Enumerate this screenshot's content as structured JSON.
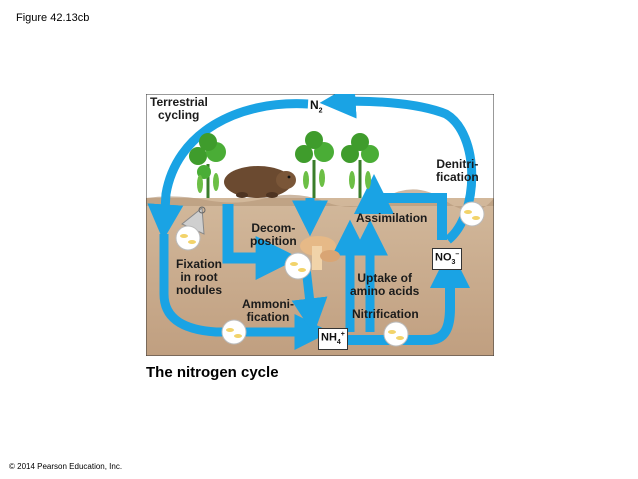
{
  "figure_label": "Figure 42.13cb",
  "caption": "The nitrogen cycle",
  "copyright": "© 2014 Pearson Education, Inc.",
  "colors": {
    "sky": "#ffffff",
    "soil": "#c9aa8c",
    "soil_dark": "#a4846a",
    "arrow": "#1aa3e4",
    "leaf": "#3f9c2c",
    "bacteria": "#f2d36a"
  },
  "labels": {
    "terrestrial_line1": "Terrestrial",
    "terrestrial_line2": "cycling",
    "n2_main": "N",
    "n2_sub": "2",
    "denitri_line1": "Denitri-",
    "denitri_line2": "fication",
    "assimilation": "Assimilation",
    "decom_line1": "Decom-",
    "decom_line2": "position",
    "fixation_line1": "Fixation",
    "fixation_line2": "in root",
    "fixation_line3": "nodules",
    "uptake_line1": "Uptake of",
    "uptake_line2": "amino acids",
    "ammoni_line1": "Ammoni-",
    "ammoni_line2": "fication",
    "nitrification": "Nitrification",
    "no3_main": "NO",
    "no3_sub": "3",
    "no3_sup": "–",
    "nh4_main": "NH",
    "nh4_sub": "4",
    "nh4_sup": "+"
  },
  "icons": [
    "plant-icon",
    "mole-icon",
    "mushroom-icon",
    "bacteria-icon",
    "root-nodule-icon"
  ]
}
